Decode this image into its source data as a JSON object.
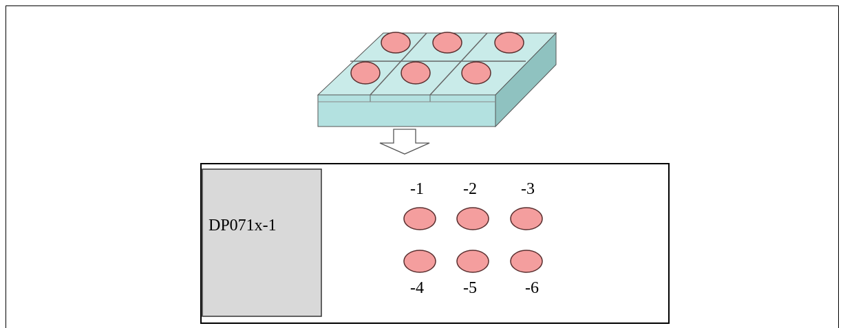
{
  "diagram": {
    "label_box": "DP071x-1",
    "positions": [
      {
        "label": "-1"
      },
      {
        "label": "-2"
      },
      {
        "label": "-3"
      },
      {
        "label": "-4"
      },
      {
        "label": "-5"
      },
      {
        "label": "-6"
      }
    ]
  },
  "colors": {
    "tray_top": "#c9ebe9",
    "tray_front": "#b3e1e0",
    "tray_side": "#8fc2c0",
    "well_fill": "#f49e9e",
    "well_stroke": "#5a2f2f",
    "label_box_fill": "#d9d9d9",
    "arrow_stroke": "#555555"
  }
}
